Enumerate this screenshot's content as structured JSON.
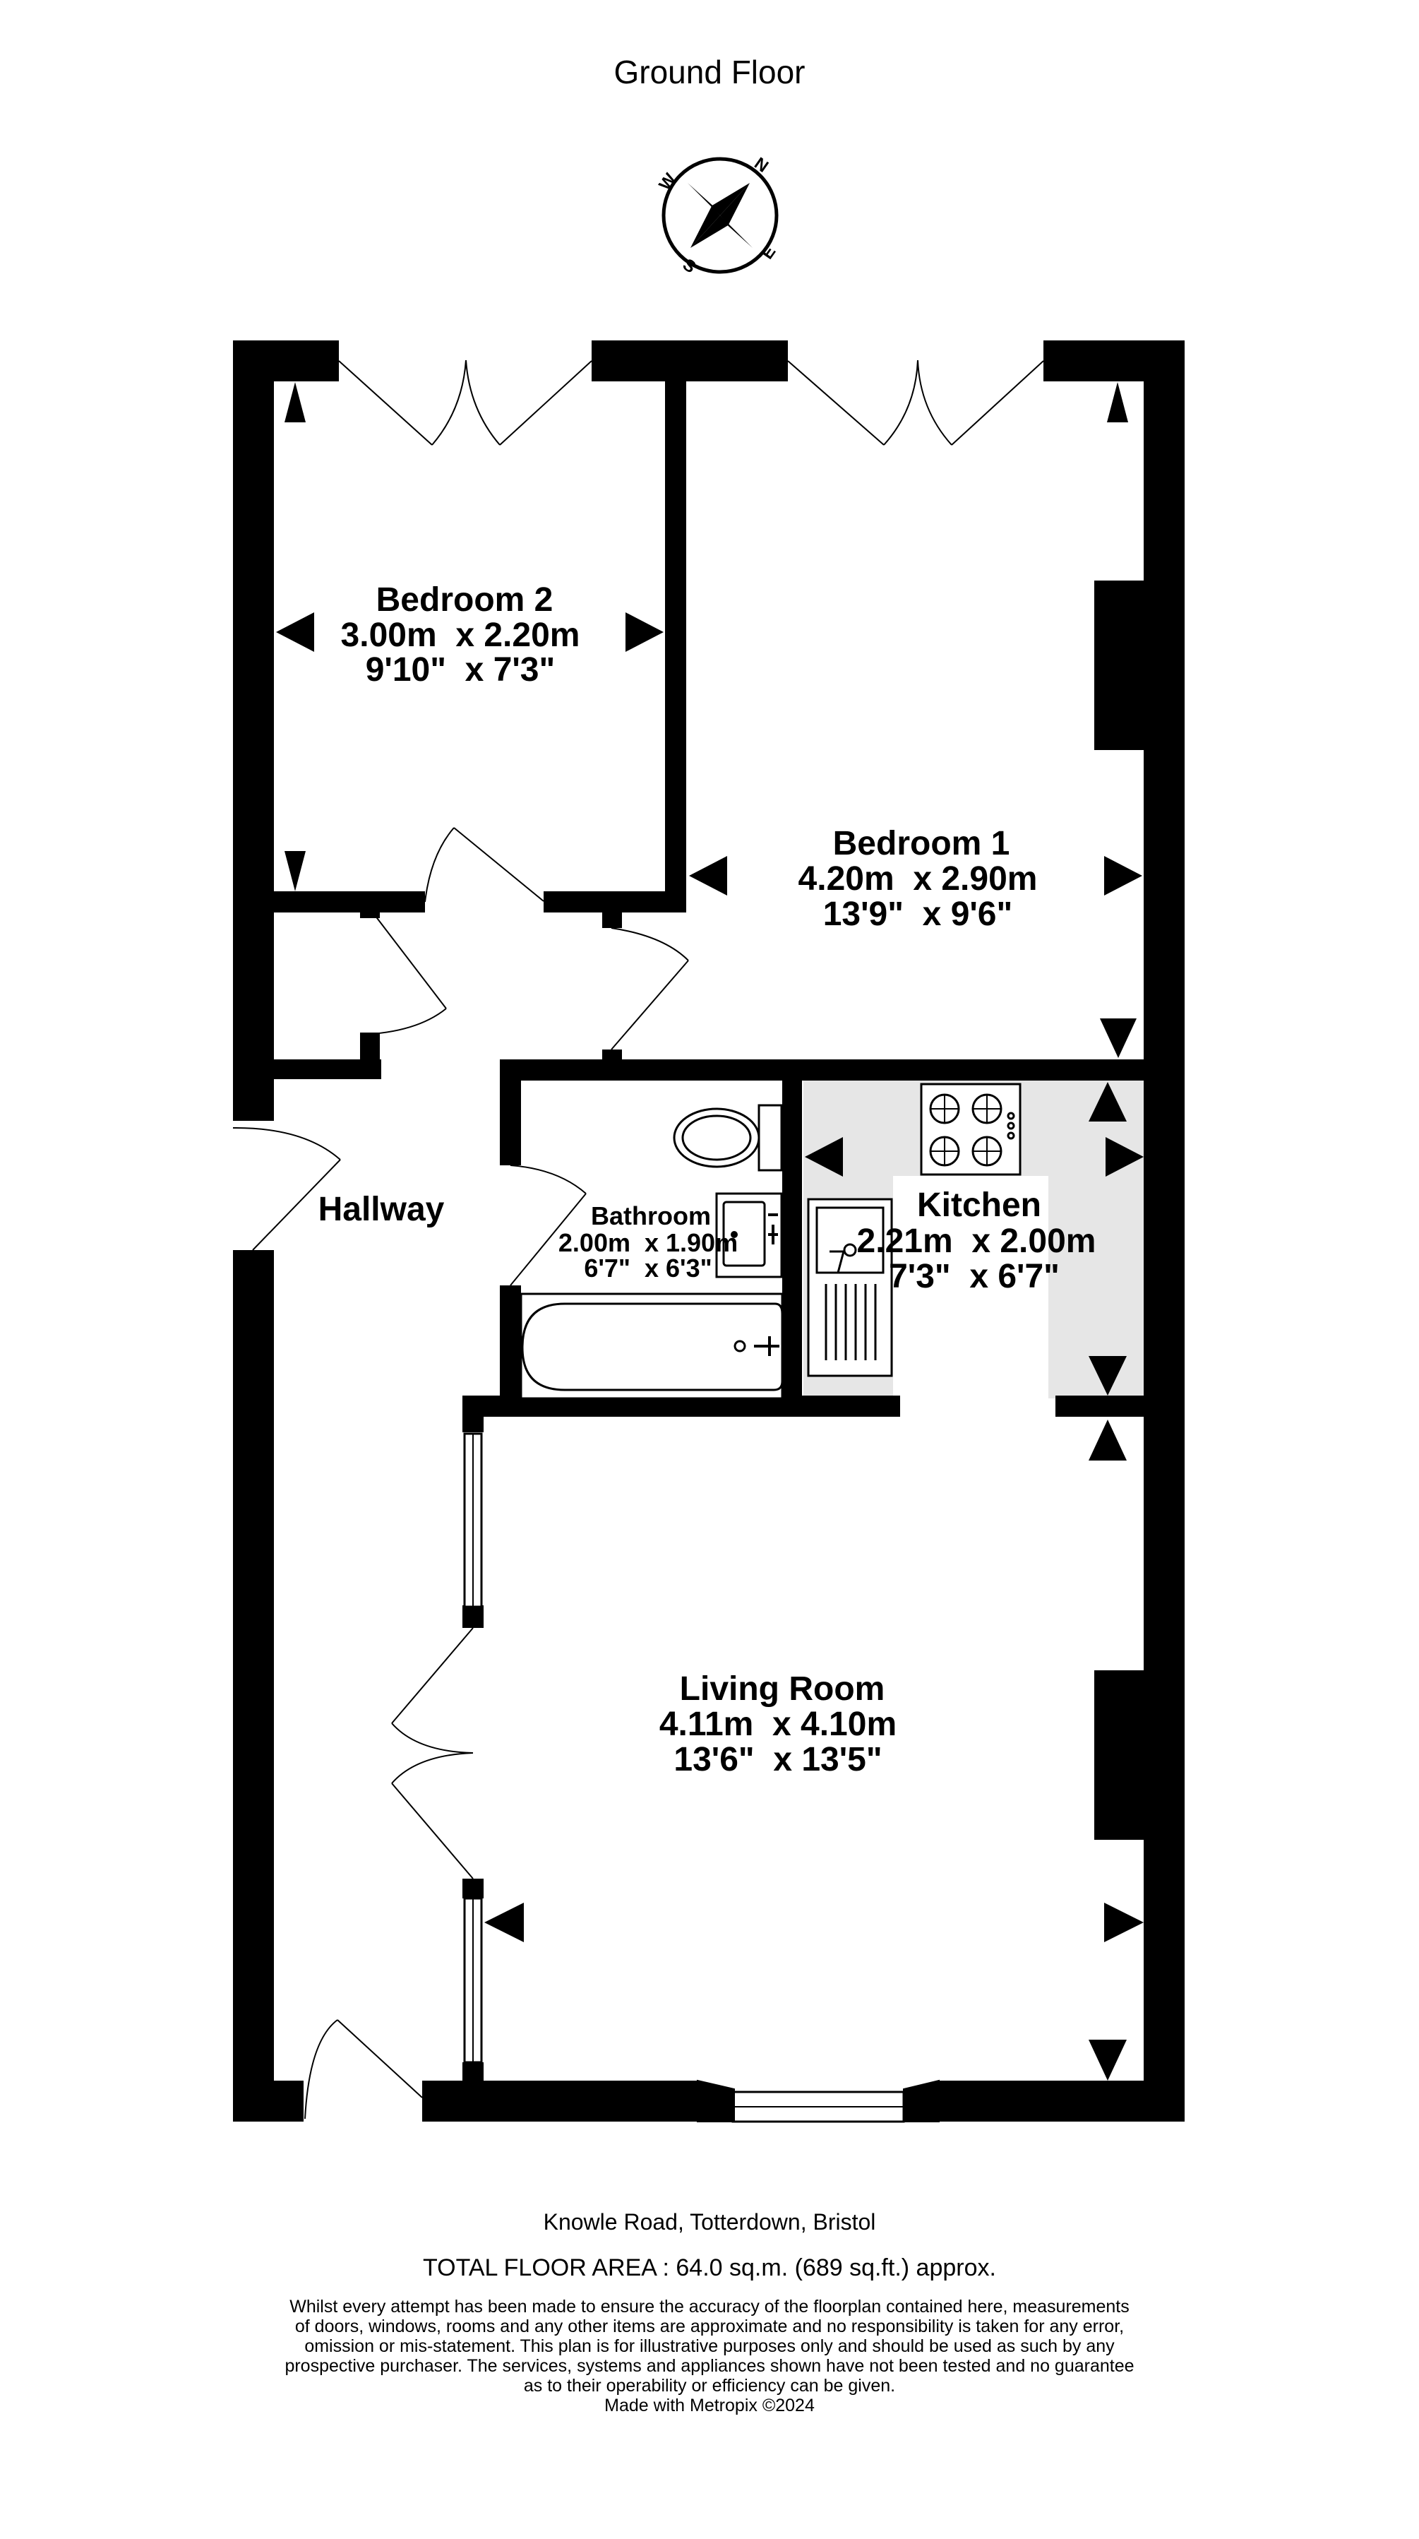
{
  "floor_title": "Ground Floor",
  "compass": {
    "n": "N",
    "e": "E",
    "s": "S",
    "w": "W"
  },
  "rooms": {
    "bedroom2": {
      "name": "Bedroom 2",
      "metric": "3.00m  x 2.20m",
      "imperial": "9'10\"  x 7'3\""
    },
    "bedroom1": {
      "name": "Bedroom 1",
      "metric": "4.20m  x 2.90m",
      "imperial": "13'9\"  x 9'6\""
    },
    "hallway": {
      "name": "Hallway"
    },
    "bathroom": {
      "name": "Bathroom",
      "metric": "2.00m  x 1.90m",
      "imperial": "6'7\"  x 6'3\""
    },
    "kitchen": {
      "name": "Kitchen",
      "metric": "2.21m  x 2.00m",
      "imperial": "7'3\"  x 6'7\""
    },
    "living": {
      "name": "Living Room",
      "metric": "4.11m  x 4.10m",
      "imperial": "13'6\"  x 13'5\""
    }
  },
  "address": "Knowle Road, Totterdown, Bristol",
  "total_area": "TOTAL FLOOR AREA : 64.0 sq.m. (689 sq.ft.) approx.",
  "disclaimer": [
    "Whilst every attempt has been made to ensure the accuracy of the floorplan contained here, measurements",
    "of doors, windows, rooms and any other items are approximate and no responsibility is taken for any error,",
    "omission or mis-statement. This plan is for illustrative purposes only and should be used as such by any",
    "prospective purchaser. The services, systems and appliances shown have not been tested and no guarantee",
    "as to their operability or efficiency can be given."
  ],
  "credit": "Made with Metropix ©2024",
  "colors": {
    "wall": "#000000",
    "kitchen_floor": "#e6e6e6",
    "background": "#ffffff"
  }
}
